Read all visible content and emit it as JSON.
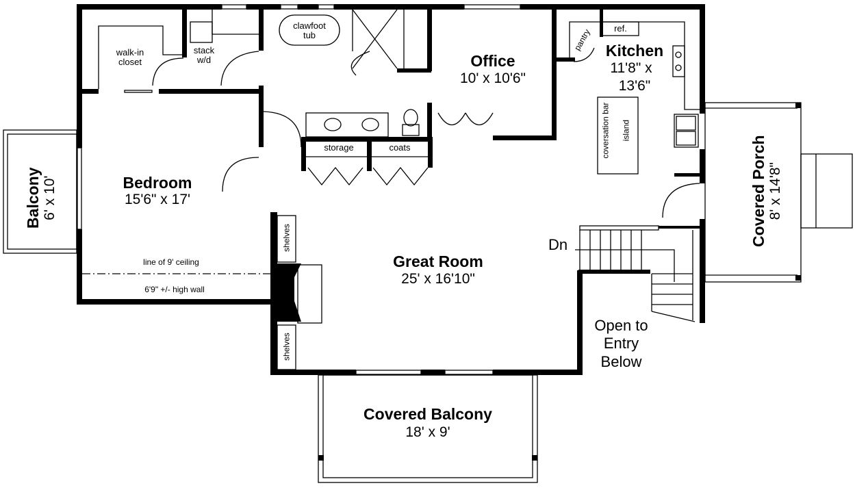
{
  "rooms": {
    "bedroom": {
      "name": "Bedroom",
      "size": "15'6\" x 17'"
    },
    "balcony": {
      "name": "Balcony",
      "size": "6' x 10'"
    },
    "great_room": {
      "name": "Great Room",
      "size": "25' x 16'10\""
    },
    "office": {
      "name": "Office",
      "size": "10' x 10'6\""
    },
    "kitchen": {
      "name": "Kitchen",
      "size_line1": "11'8\" x",
      "size_line2": "13'6\""
    },
    "covered_porch": {
      "name": "Covered Porch",
      "size": "8' x 14'8\""
    },
    "covered_balcony": {
      "name": "Covered Balcony",
      "size": "18' x 9'"
    }
  },
  "fixtures": {
    "walk_in_closet": "walk-in\ncloset",
    "stack_wd": "stack\nw/d",
    "clawfoot_tub": "clawfoot\ntub",
    "storage": "storage",
    "coats": "coats",
    "pantry": "pantry",
    "ref": "ref.",
    "conversation_bar": "coversation bar",
    "island": "island",
    "shelves_top": "shelves",
    "shelves_bottom": "shelves",
    "ceiling_line": "line of 9' ceiling",
    "high_wall": "6'9\" +/- high wall",
    "stairs_dn": "Dn",
    "open_to_entry": "Open to\nEntry\nBelow"
  },
  "colors": {
    "wall": "#000000",
    "background": "#ffffff"
  }
}
